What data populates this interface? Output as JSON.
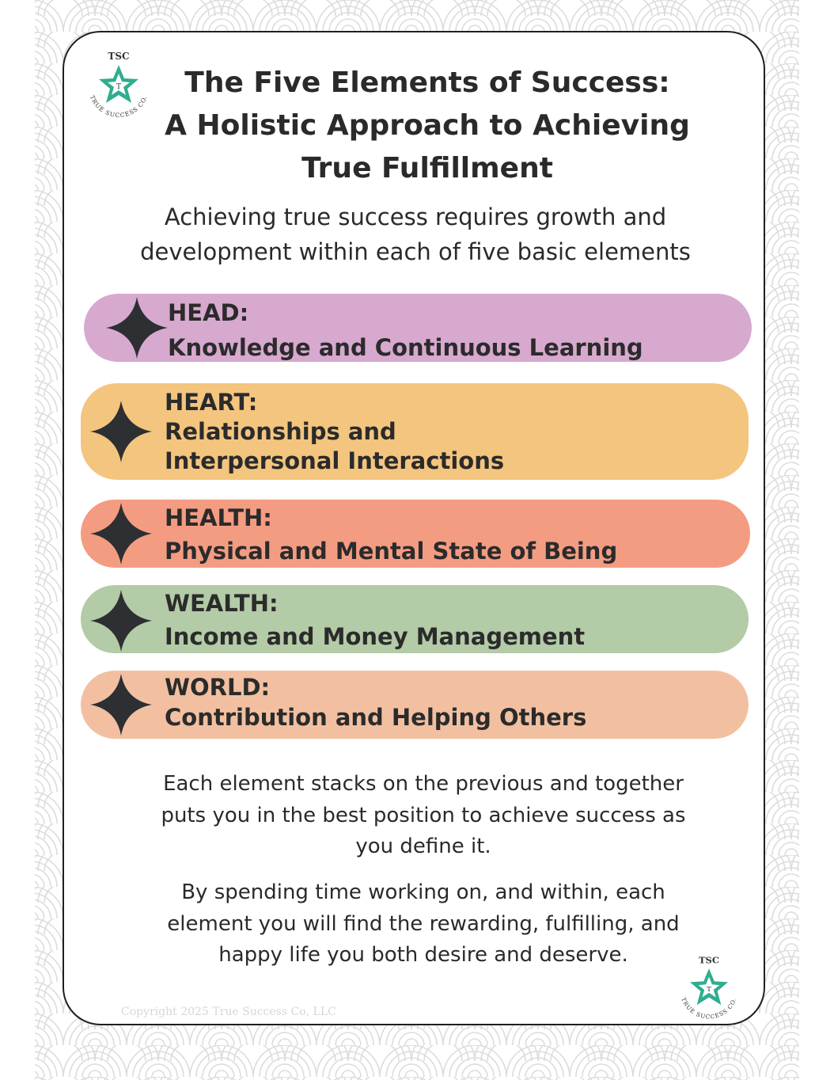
{
  "logo": {
    "top_text": "TSC",
    "ring_text": "TRUE SUCCESS CO.",
    "center_letter": "T"
  },
  "title": {
    "line1": "The Five Elements of Success:",
    "line2": "A Holistic Approach to Achieving",
    "line3": "True Fulfillment"
  },
  "subtitle": {
    "line1": "Achieving true success requires growth and",
    "line2": "development within each of five basic elements"
  },
  "elements": [
    {
      "label": "HEAD:",
      "line1": "Knowledge and Continuous Learning",
      "line2": "",
      "color": "#d7a9cf"
    },
    {
      "label": "HEART:",
      "line1": "Relationships and",
      "line2": "Interpersonal Interactions",
      "color": "#f4c57e"
    },
    {
      "label": "HEALTH:",
      "line1": "Physical and Mental State of Being",
      "line2": "",
      "color": "#f49c82"
    },
    {
      "label": "WEALTH:",
      "line1": "Income and Money Management",
      "line2": "",
      "color": "#b3cba6"
    },
    {
      "label": "WORLD:",
      "line1": "Contribution and Helping Others",
      "line2": "",
      "color": "#f2c0a1"
    }
  ],
  "paragraph1": {
    "line1": "Each element stacks on the previous and together",
    "line2": "puts you in the best position to achieve success as",
    "line3": "you define it."
  },
  "paragraph2": {
    "line1": "By spending time working on, and within, each",
    "line2": "element you will find the rewarding, fulfilling, and",
    "line3": "happy life you both desire and deserve."
  },
  "copyright": "Copyright 2025 True Success Co, LLC",
  "colors": {
    "logo_green": "#2fae8f",
    "star": "#2d2f33",
    "pattern": "#dcdcdc"
  }
}
